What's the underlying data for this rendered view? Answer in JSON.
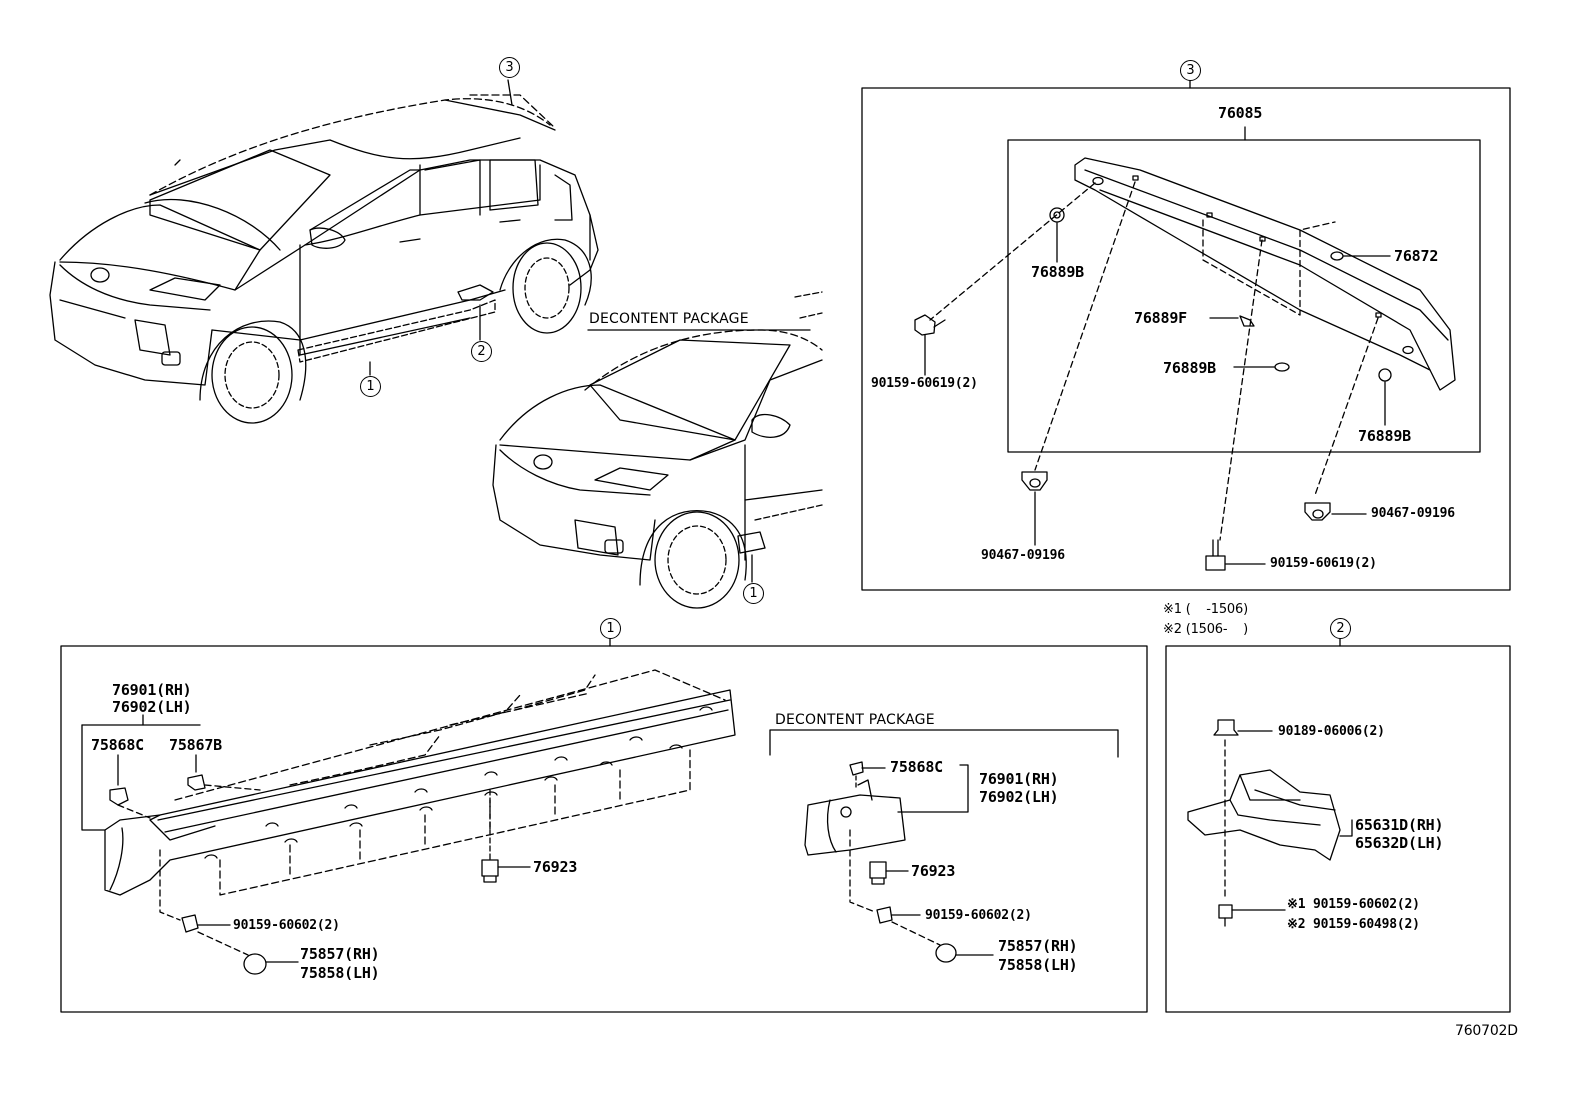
{
  "diagram": {
    "callouts": {
      "roof_spoiler_index": "3",
      "rocker_molding_index": "1",
      "mudguard_index": "2"
    },
    "decontent_label": "DECONTENT PACKAGE",
    "spoiler_panel": {
      "assembly": "76085",
      "parts": {
        "clip_upper_left": "76889B",
        "plug": "76872",
        "clip_f": "76889F",
        "clip_mid": "76889B",
        "clip_right": "76889B",
        "screw_left": "90159-60619(2)",
        "nut_left": "90467-09196",
        "nut_right": "90467-09196",
        "screw_right": "90159-60619(2)"
      }
    },
    "rocker_panel": {
      "molding_rh": "76901(RH)",
      "molding_lh": "76902(LH)",
      "clip_c": "75868C",
      "clip_b": "75867B",
      "clip_bottom": "76923",
      "screw": "90159-60602(2)",
      "cap_rh": "75857(RH)",
      "cap_lh": "75858(LH)",
      "decontent": {
        "clip_c": "75868C",
        "molding_rh": "76901(RH)",
        "molding_lh": "76902(LH)",
        "clip_bottom": "76923",
        "screw": "90159-60602(2)",
        "cap_rh": "75857(RH)",
        "cap_lh": "75858(LH)"
      }
    },
    "mudguard_panel": {
      "note_1": "※1 (    -1506)",
      "note_2": "※2 (1506-    )",
      "nut": "90189-06006(2)",
      "guard_rh": "65631D(RH)",
      "guard_lh": "65632D(LH)",
      "screw_1": "※1 90159-60602(2)",
      "screw_2": "※2 90159-60498(2)"
    },
    "drawing_number": "760702D"
  }
}
